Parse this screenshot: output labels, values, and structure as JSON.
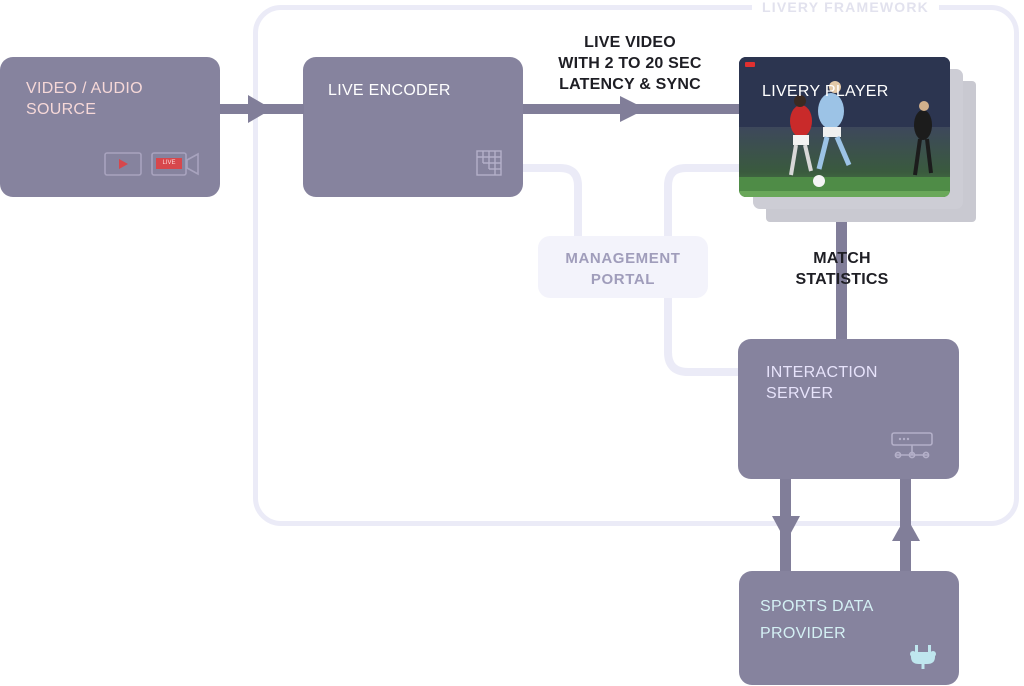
{
  "framework": {
    "label": "LIVERY FRAMEWORK"
  },
  "source": {
    "label": "VIDEO / AUDIO\nSOURCE",
    "live_badge": "LIVE",
    "icons": [
      "play-icon",
      "video-camera-icon"
    ]
  },
  "encoder": {
    "label": "LIVE ENCODER",
    "icon": "grid-icon"
  },
  "video_caption": {
    "line1": "LIVE VIDEO",
    "line2": "WITH 2 TO 20 SEC",
    "line3": "LATENCY & SYNC"
  },
  "player": {
    "label": "LIVERY PLAYER"
  },
  "portal": {
    "line1": "MANAGEMENT",
    "line2": "PORTAL"
  },
  "stats_caption": {
    "line1": "MATCH",
    "line2": "STATISTICS"
  },
  "server": {
    "line1": "INTERACTION",
    "line2": "SERVER",
    "icon": "server-icon"
  },
  "provider": {
    "line1": "SPORTS DATA",
    "line2": "PROVIDER",
    "icon": "plug-icon"
  },
  "colors": {
    "box": "#86839e",
    "arrow": "#817e99",
    "frame": "#ebebf7",
    "soft_box": "#f3f3fb",
    "soft_text": "#a09dbb",
    "source_text": "#f6d8d8",
    "provider_text": "#d4f0f4"
  }
}
